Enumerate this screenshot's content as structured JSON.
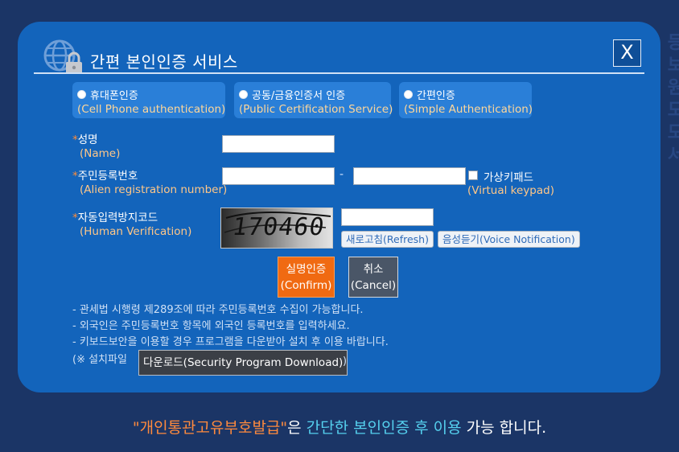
{
  "background": {
    "watermark_text": "등보원도모서"
  },
  "dialog": {
    "title": "간편 본인인증 서비스",
    "close_label": "X",
    "tabs": [
      {
        "ko": "휴대폰인증",
        "en": "(Cell Phone authentication)"
      },
      {
        "ko": "공동/금융인증서 인증",
        "en": "(Public Certification Service)"
      },
      {
        "ko": "간편인증",
        "en": "(Simple Authentication)"
      }
    ],
    "fields": {
      "name": {
        "star": "*",
        "ko": "성명",
        "en": "(Name)",
        "value": ""
      },
      "arn": {
        "star": "*",
        "ko": "주민등록번호",
        "en": "(Alien registration number)",
        "value1": "",
        "value2": "",
        "separator": "-"
      },
      "virtual_keypad": {
        "ko": "가상키패드",
        "en": "(Virtual keypad)",
        "checked": false
      },
      "captcha": {
        "star": "*",
        "ko": "자동입력방지코드",
        "en": "(Human Verification)",
        "image_text": "170460",
        "value": ""
      }
    },
    "buttons": {
      "refresh": "새로고침(Refresh)",
      "voice": "음성듣기(Voice Notification)",
      "confirm_ko": "실명인증",
      "confirm_en": "(Confirm)",
      "cancel_ko": "취소",
      "cancel_en": "(Cancel)"
    },
    "notes": [
      "- 관세법 시행령 제289조에 따라 주민등록번호 수집이 가능합니다.",
      "- 외국인은 주민등록번호 항목에 외국인 등록번호를 입력하세요.",
      "- 키보드보안을 이용할 경우 프로그램을 다운받아 설치 후 이용 바랍니다."
    ],
    "install": {
      "prefix": "(※ 설치파일",
      "download": "다운로드(Security Program Download)",
      "suffix": ")"
    }
  },
  "footer": {
    "part1": "\"개인통관고유부호발급\"",
    "part2": "은 ",
    "part3": "간단한 본인인증 후 이용",
    "part4": " 가능 합니다."
  },
  "colors": {
    "dialog_bg": "#1364bb",
    "page_bg": "#1b3566",
    "accent_orange": "#f06a12",
    "label_en": "#ffc788"
  }
}
